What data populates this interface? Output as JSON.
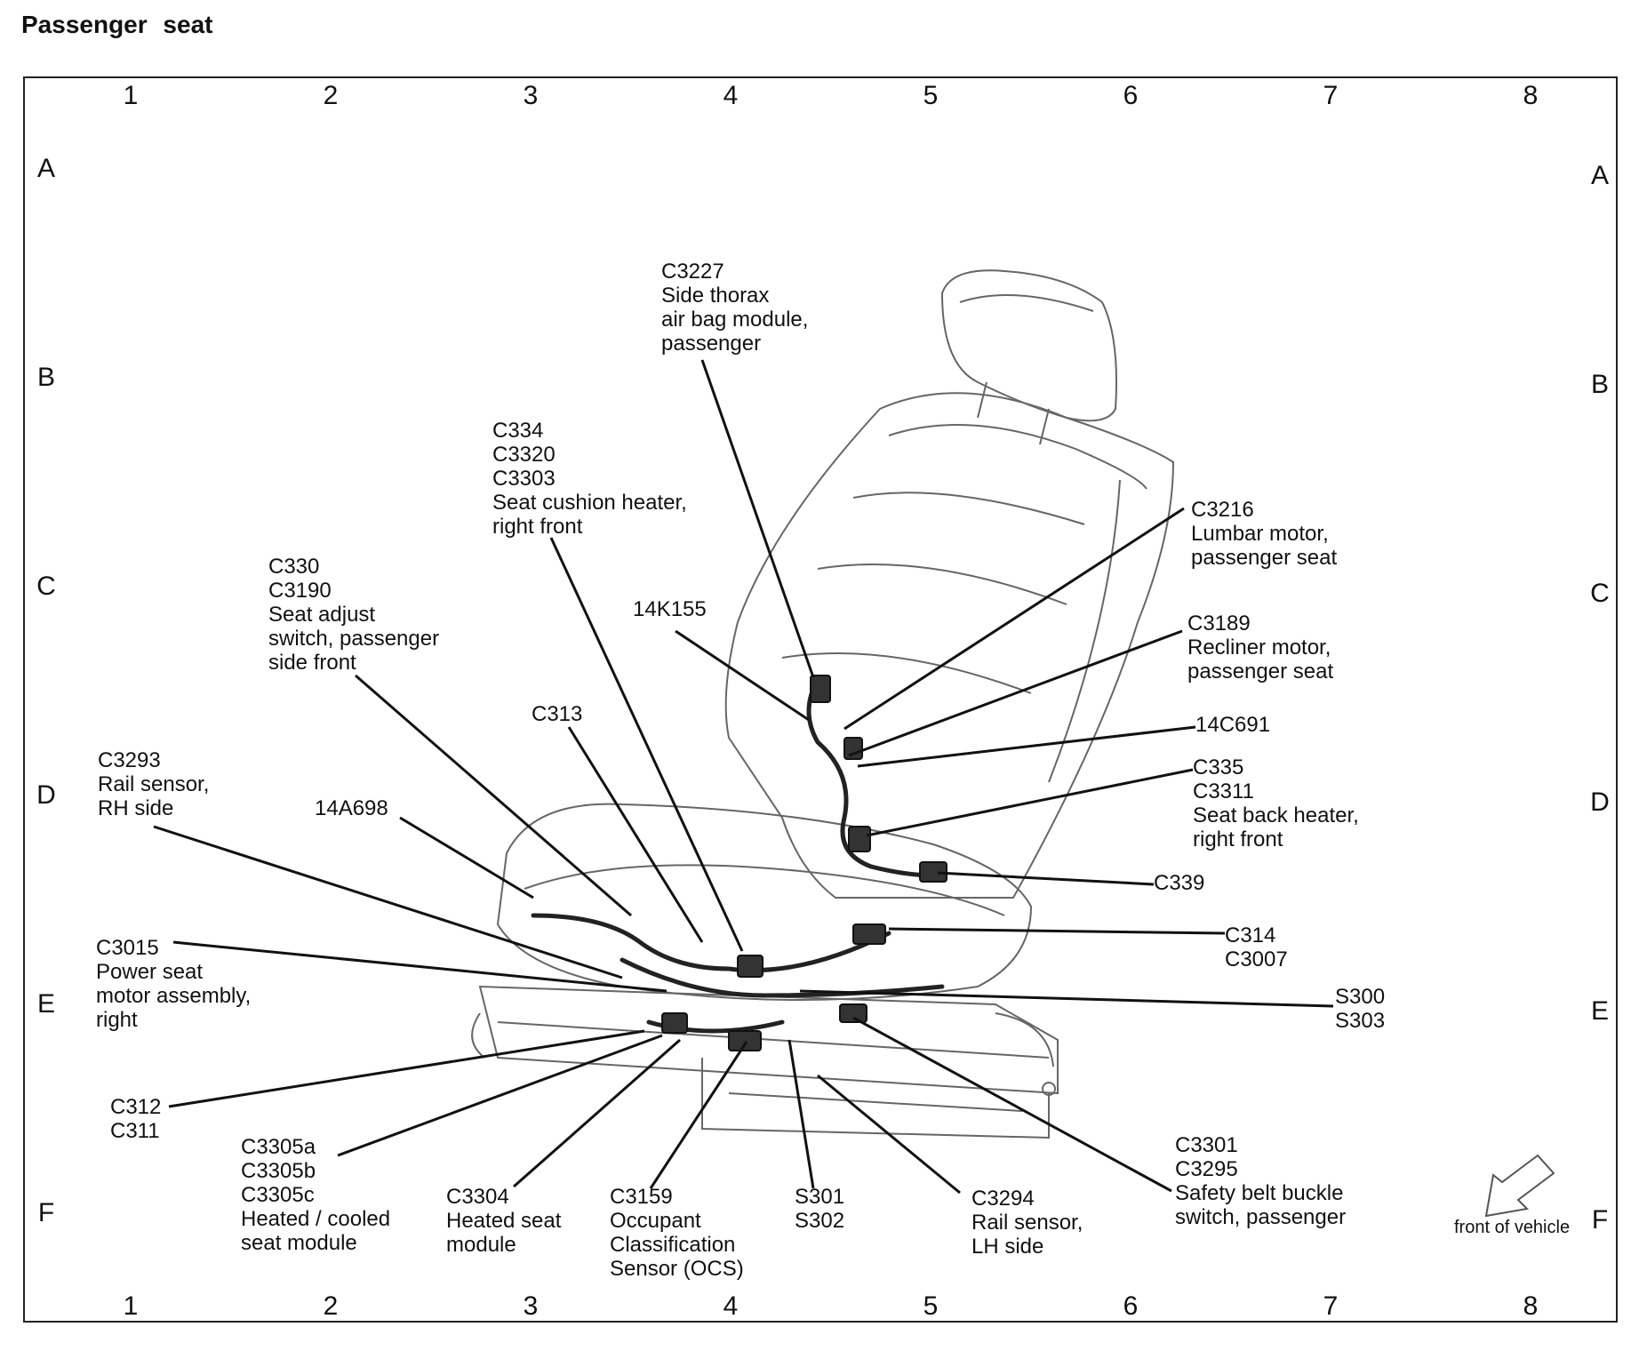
{
  "title": "Passenger   seat",
  "grid": {
    "columns": [
      "1",
      "2",
      "3",
      "4",
      "5",
      "6",
      "7",
      "8"
    ],
    "rows": [
      "A",
      "B",
      "C",
      "D",
      "E",
      "F"
    ]
  },
  "callouts": [
    {
      "id": "c3227",
      "lines": [
        "C3227",
        "Side thorax",
        "air bag module,",
        "passenger"
      ]
    },
    {
      "id": "c334",
      "lines": [
        "C334",
        "C3320",
        "C3303",
        "Seat cushion heater,",
        "right front"
      ]
    },
    {
      "id": "c3216",
      "lines": [
        "C3216",
        "Lumbar motor,",
        "passenger seat"
      ]
    },
    {
      "id": "c330",
      "lines": [
        "C330",
        "C3190",
        "Seat adjust",
        "switch, passenger",
        "side front"
      ]
    },
    {
      "id": "k155",
      "lines": [
        "14K155"
      ]
    },
    {
      "id": "c3189",
      "lines": [
        "C3189",
        "Recliner motor,",
        "passenger seat"
      ]
    },
    {
      "id": "c691",
      "lines": [
        "14C691"
      ]
    },
    {
      "id": "c313",
      "lines": [
        "C313"
      ]
    },
    {
      "id": "c3293",
      "lines": [
        "C3293",
        "Rail sensor,",
        "RH side"
      ]
    },
    {
      "id": "a698",
      "lines": [
        "14A698"
      ]
    },
    {
      "id": "c335",
      "lines": [
        "C335",
        "C3311",
        "Seat back heater,",
        "right front"
      ]
    },
    {
      "id": "c339",
      "lines": [
        "C339"
      ]
    },
    {
      "id": "c3015",
      "lines": [
        "C3015",
        "Power seat",
        "motor assembly,",
        "right"
      ]
    },
    {
      "id": "c314",
      "lines": [
        "C314",
        "C3007"
      ]
    },
    {
      "id": "s300",
      "lines": [
        "S300",
        "S303"
      ]
    },
    {
      "id": "c312",
      "lines": [
        "C312",
        "C311"
      ]
    },
    {
      "id": "c3305",
      "lines": [
        "C3305a",
        "C3305b",
        "C3305c",
        "Heated / cooled",
        "seat module"
      ]
    },
    {
      "id": "c3304",
      "lines": [
        "C3304",
        "Heated seat",
        "module"
      ]
    },
    {
      "id": "c3159",
      "lines": [
        "C3159",
        "Occupant",
        "Classification",
        "Sensor (OCS)"
      ]
    },
    {
      "id": "s301",
      "lines": [
        "S301",
        "S302"
      ]
    },
    {
      "id": "c3294",
      "lines": [
        "C3294",
        "Rail sensor,",
        "LH side"
      ]
    },
    {
      "id": "c3301",
      "lines": [
        "C3301",
        "C3295",
        "Safety belt buckle",
        "switch, passenger"
      ]
    }
  ],
  "front_of_vehicle": "front of vehicle"
}
